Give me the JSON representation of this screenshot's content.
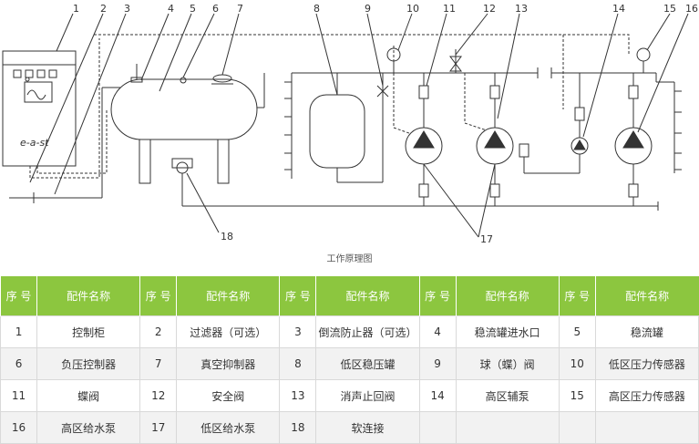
{
  "diagram": {
    "callouts": [
      "1",
      "2",
      "3",
      "4",
      "5",
      "6",
      "7",
      "8",
      "9",
      "10",
      "11",
      "12",
      "13",
      "14",
      "15",
      "16",
      "17",
      "18"
    ],
    "cabinet_brand": "e-a-st"
  },
  "caption": "工作原理图",
  "table": {
    "headers": [
      "序 号",
      "配件名称",
      "序 号",
      "配件名称",
      "序 号",
      "配件名称",
      "序 号",
      "配件名称",
      "序 号",
      "配件名称"
    ],
    "rows": [
      [
        {
          "no": "1",
          "name": "控制柜"
        },
        {
          "no": "2",
          "name": "过滤器（可选）"
        },
        {
          "no": "3",
          "name": "倒流防止器（可选）"
        },
        {
          "no": "4",
          "name": "稳流罐进水口"
        },
        {
          "no": "5",
          "name": "稳流罐"
        }
      ],
      [
        {
          "no": "6",
          "name": "负压控制器"
        },
        {
          "no": "7",
          "name": "真空抑制器"
        },
        {
          "no": "8",
          "name": "低区稳压罐"
        },
        {
          "no": "9",
          "name": "球（蝶）阀"
        },
        {
          "no": "10",
          "name": "低区压力传感器"
        }
      ],
      [
        {
          "no": "11",
          "name": "蝶阀"
        },
        {
          "no": "12",
          "name": "安全阀"
        },
        {
          "no": "13",
          "name": "消声止回阀"
        },
        {
          "no": "14",
          "name": "高区辅泵"
        },
        {
          "no": "15",
          "name": "高区压力传感器"
        }
      ],
      [
        {
          "no": "16",
          "name": "高区给水泵"
        },
        {
          "no": "17",
          "name": "低区给水泵"
        },
        {
          "no": "18",
          "name": "软连接"
        },
        {
          "no": "",
          "name": ""
        },
        {
          "no": "",
          "name": ""
        }
      ]
    ]
  },
  "colors": {
    "header_bg": "#8cc63f",
    "alt_row": "#f2f2f2",
    "line": "#333333"
  }
}
